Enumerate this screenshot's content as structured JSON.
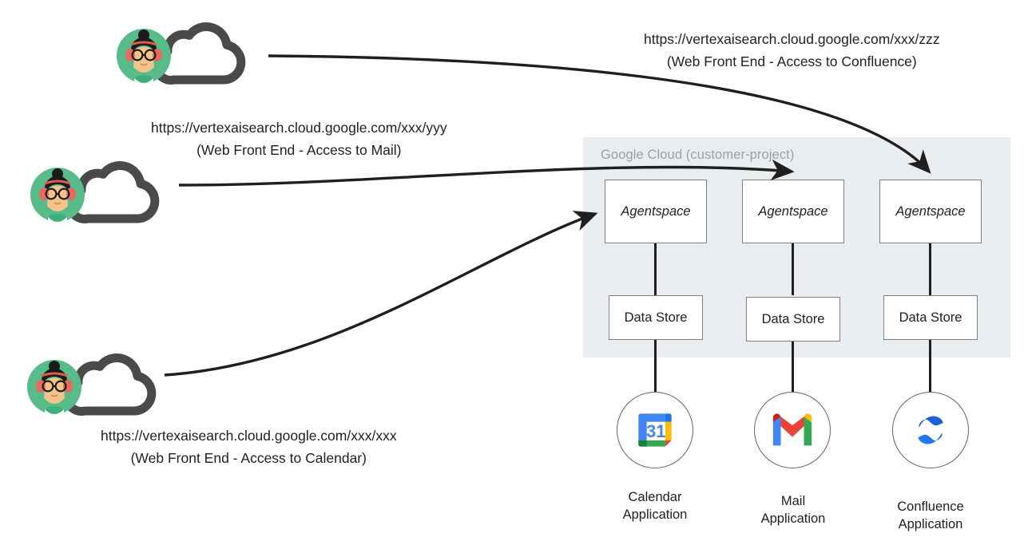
{
  "diagram": {
    "title": "Agentspace multi-instance access architecture",
    "colors": {
      "container_fill": "#e9edef",
      "container_label": "#9aa0a6",
      "box_border": "#78808a",
      "connector": "#1f1f1f",
      "arrow": "#1f1f1f",
      "cloud_outline": "#4a4a4a",
      "avatar_bg": "#57bb8a",
      "calendar_blue": "#4285f4",
      "calendar_yellow": "#fbbc04",
      "calendar_green": "#34a853",
      "calendar_red": "#ea4335",
      "gmail_red": "#ea4335",
      "gmail_dark_red": "#c5221f",
      "gmail_blue": "#4285f4",
      "gmail_yellow": "#fbbc04",
      "gmail_green": "#34a853",
      "confluence_dark": "#1c62d4",
      "confluence_light": "#2684ff"
    },
    "container": {
      "label": "Google Cloud (customer-project)"
    },
    "clients": [
      {
        "id": "confluence-client",
        "icon": "user-cloud-icon",
        "url": "https://vertexaisearch.cloud.google.com/xxx/zzz",
        "description": "(Web Front End - Access to Confluence)"
      },
      {
        "id": "mail-client",
        "icon": "user-cloud-icon",
        "url": "https://vertexaisearch.cloud.google.com/xxx/yyy",
        "description": "(Web Front End - Access to Mail)"
      },
      {
        "id": "calendar-client",
        "icon": "user-cloud-icon",
        "url": "https://vertexaisearch.cloud.google.com/xxx/xxx",
        "description": "(Web Front End - Access to Calendar)"
      }
    ],
    "columns": [
      {
        "id": "calendar",
        "agentspace_label": "Agentspace",
        "datastore_label": "Data Store",
        "app_icon": "google-calendar-icon",
        "app_icon_text": "31",
        "app_caption_line1": "Calendar",
        "app_caption_line2": "Application"
      },
      {
        "id": "mail",
        "agentspace_label": "Agentspace",
        "datastore_label": "Data Store",
        "app_icon": "gmail-icon",
        "app_icon_text": "",
        "app_caption_line1": "Mail",
        "app_caption_line2": "Application"
      },
      {
        "id": "confluence",
        "agentspace_label": "Agentspace",
        "datastore_label": "Data Store",
        "app_icon": "confluence-icon",
        "app_icon_text": "",
        "app_caption_line1": "Confluence",
        "app_caption_line2": "Application"
      }
    ]
  }
}
